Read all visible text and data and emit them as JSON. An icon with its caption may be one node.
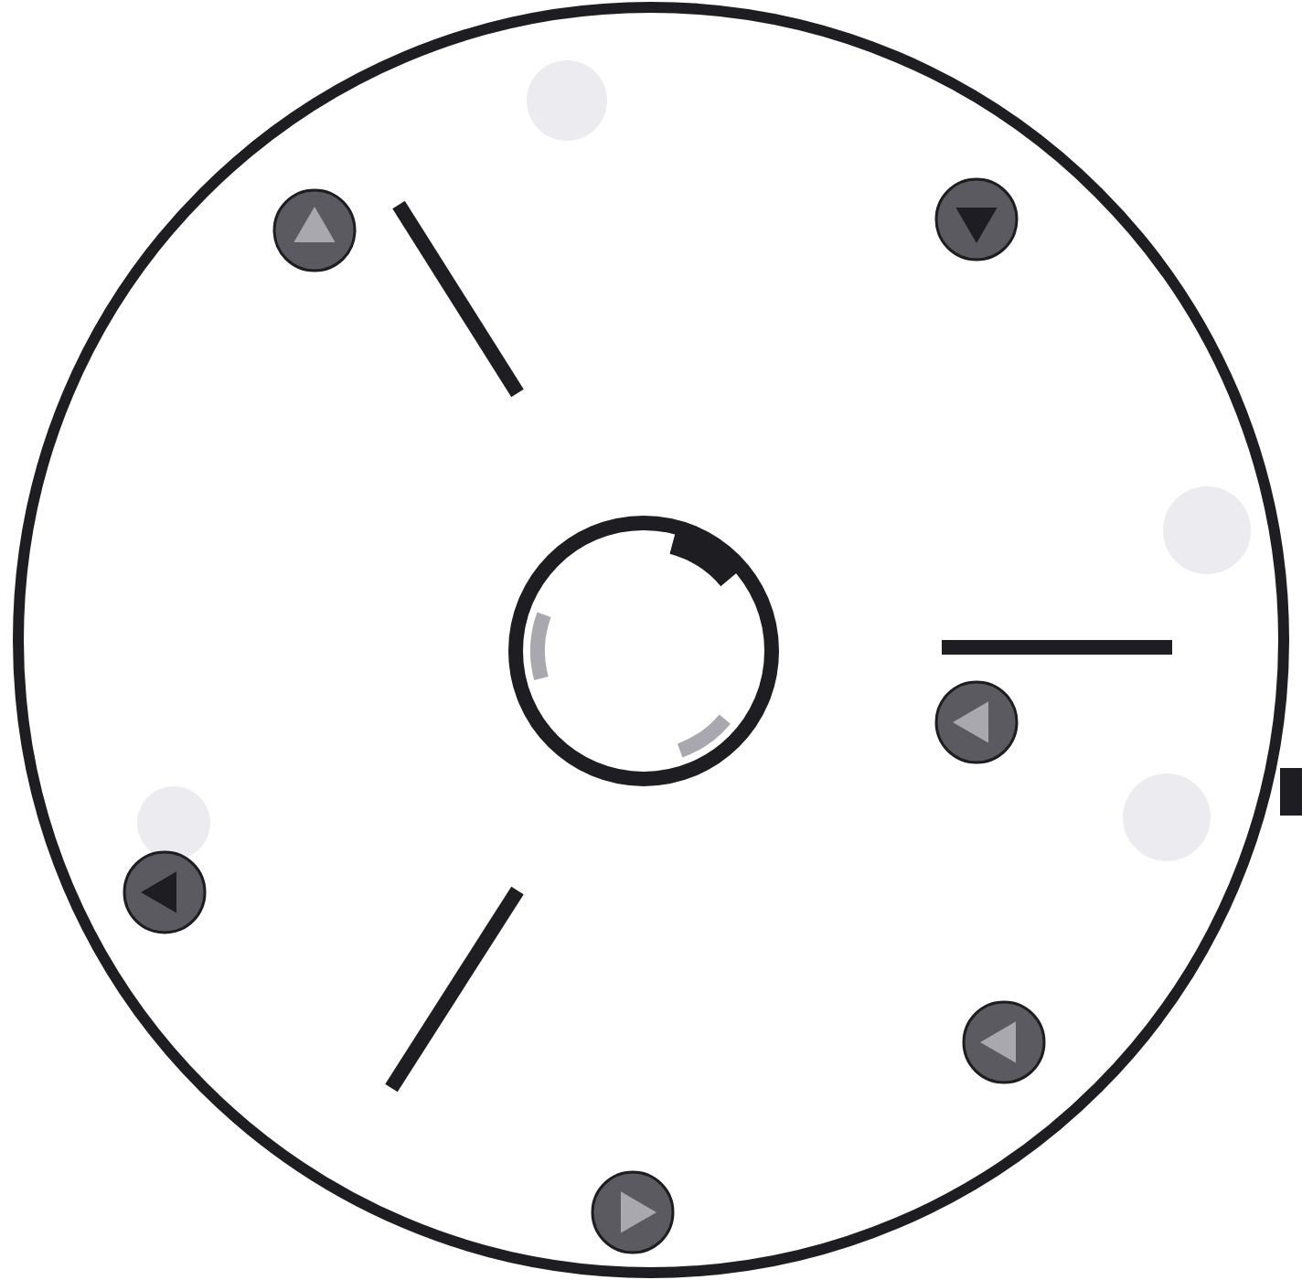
{
  "diagram": {
    "nodes": [
      {
        "text": [],
        "shape": "circle"
      },
      {
        "text": [],
        "shape": "circle",
        "in": 0
      },
      {
        "text": [],
        "shape": "circle",
        "in": 0
      },
      {
        "text": [],
        "shape": "circle",
        "in": 0
      },
      {
        "text": [],
        "shape": "circle",
        "in": 0
      },
      {
        "text": [],
        "shape": "circle",
        "in": 0
      },
      {
        "text": [],
        "shape": "circle",
        "in": 0
      },
      {
        "text": [],
        "shape": "circle",
        "in": 0
      }
    ]
  }
}
